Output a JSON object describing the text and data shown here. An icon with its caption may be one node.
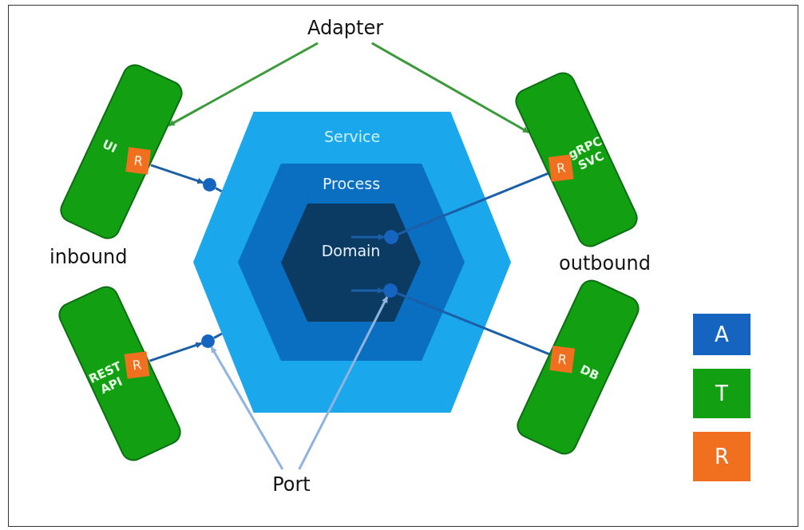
{
  "diagram": {
    "nodes": [
      {
        "text": [
          "Adapter"
        ]
      },
      {
        "text": [
          "UI"
        ]
      },
      {
        "text": [
          "R"
        ],
        "in": 1
      },
      {
        "text": [],
        "shape": "circle"
      },
      {
        "text": [
          "Service"
        ]
      },
      {
        "text": [
          "Process"
        ],
        "in": 4
      },
      {
        "text": [
          "Domain"
        ],
        "in": 5
      },
      {
        "text": [],
        "shape": "circle",
        "in": 6
      },
      {
        "text": [],
        "shape": "circle",
        "in": 6
      },
      {
        "text": [
          "gRPC SVC"
        ]
      },
      {
        "text": [
          "R"
        ],
        "in": 9
      },
      {
        "text": [
          "REST API"
        ]
      },
      {
        "text": [
          "R"
        ],
        "in": 11
      },
      {
        "text": [],
        "shape": "circle"
      },
      {
        "text": [
          "DB"
        ]
      },
      {
        "text": [
          "R"
        ],
        "in": 14
      },
      {
        "text": [
          "Port"
        ]
      },
      {
        "text": [
          "A"
        ]
      },
      {
        "text": [
          "T"
        ]
      },
      {
        "text": [
          "R"
        ]
      }
    ],
    "edges": [
      {
        "from": 0,
        "to": 1,
        "arrow": "to",
        "color": "#3a9a3a"
      },
      {
        "from": 0,
        "to": 9,
        "arrow": "to",
        "color": "#3a9a3a"
      },
      {
        "from": 2,
        "to": 3,
        "arrow": "to"
      },
      {
        "from": 3,
        "to": 4,
        "arrow": "none"
      },
      {
        "from": 12,
        "to": 13,
        "arrow": "to"
      },
      {
        "from": 13,
        "to": 4,
        "arrow": "none"
      },
      {
        "from": 10,
        "to": 7,
        "arrow": "none"
      },
      {
        "from": 15,
        "to": 8,
        "arrow": "none"
      },
      {
        "from": null,
        "to": 7,
        "arrow": "to"
      },
      {
        "from": null,
        "to": 8,
        "arrow": "to"
      },
      {
        "from": 16,
        "to": 13,
        "arrow": "to",
        "color": "#8fb4e0"
      },
      {
        "from": 16,
        "to": 8,
        "arrow": "to",
        "color": "#8fb4e0"
      }
    ],
    "labels": [
      "inbound",
      "outbound"
    ]
  }
}
